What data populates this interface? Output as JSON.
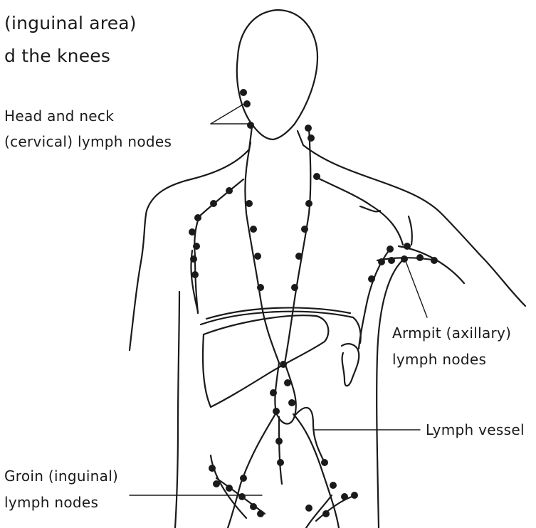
{
  "top_text": {
    "line1": "(inguinal area)",
    "line2": "d the knees"
  },
  "labels": {
    "head_neck_line1": "Head and neck",
    "head_neck_line2": "(cervical) lymph nodes",
    "armpit_line1": "Armpit (axillary)",
    "armpit_line2": "lymph nodes",
    "lymph_vessel": "Lymph vessel",
    "groin_line1": "Groin (inguinal)",
    "groin_line2": "lymph nodes"
  },
  "colors": {
    "ink": "#1a1a1a",
    "background": "#ffffff"
  }
}
